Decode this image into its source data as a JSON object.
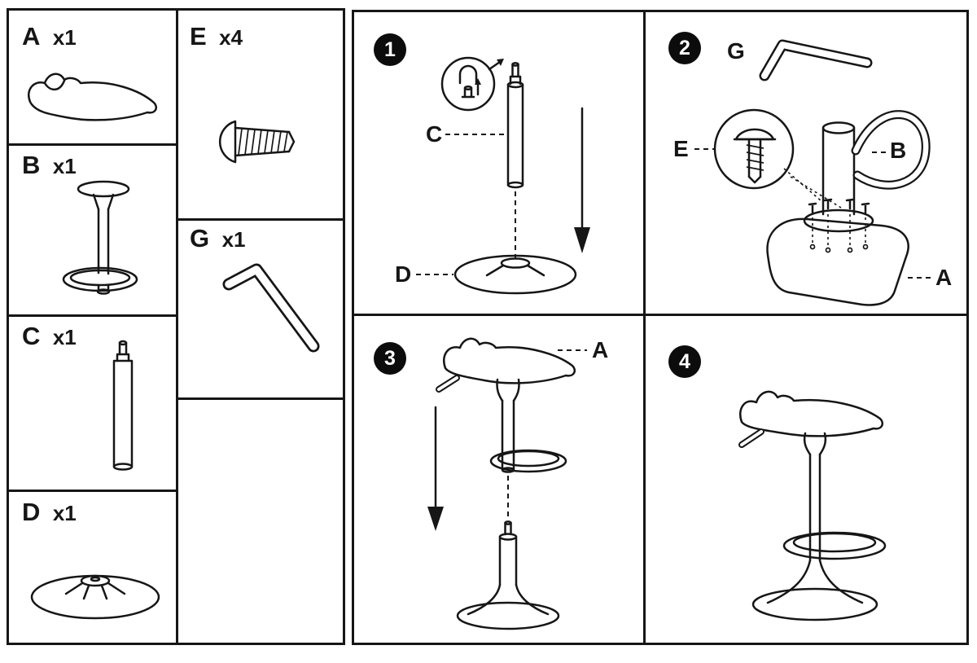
{
  "document": {
    "kind": "bar-stool-assembly-instructions"
  },
  "colors": {
    "ink": "#161616",
    "paper": "#ffffff"
  },
  "parts_panel": {
    "items": [
      {
        "label": "A",
        "qty": "x1",
        "drawing": "seat"
      },
      {
        "label": "B",
        "qty": "x1",
        "drawing": "footrest-column"
      },
      {
        "label": "C",
        "qty": "x1",
        "drawing": "gas-lift-cylinder"
      },
      {
        "label": "D",
        "qty": "x1",
        "drawing": "round-base"
      },
      {
        "label": "E",
        "qty": "x4",
        "drawing": "screw"
      },
      {
        "label": "G",
        "qty": "x1",
        "drawing": "allen-key"
      }
    ]
  },
  "steps": [
    {
      "number": "1",
      "labels": {
        "c": "C",
        "d": "D"
      }
    },
    {
      "number": "2",
      "labels": {
        "g": "G",
        "e": "E",
        "b": "B",
        "a": "A"
      }
    },
    {
      "number": "3",
      "labels": {
        "a": "A"
      }
    },
    {
      "number": "4",
      "labels": {}
    }
  ]
}
